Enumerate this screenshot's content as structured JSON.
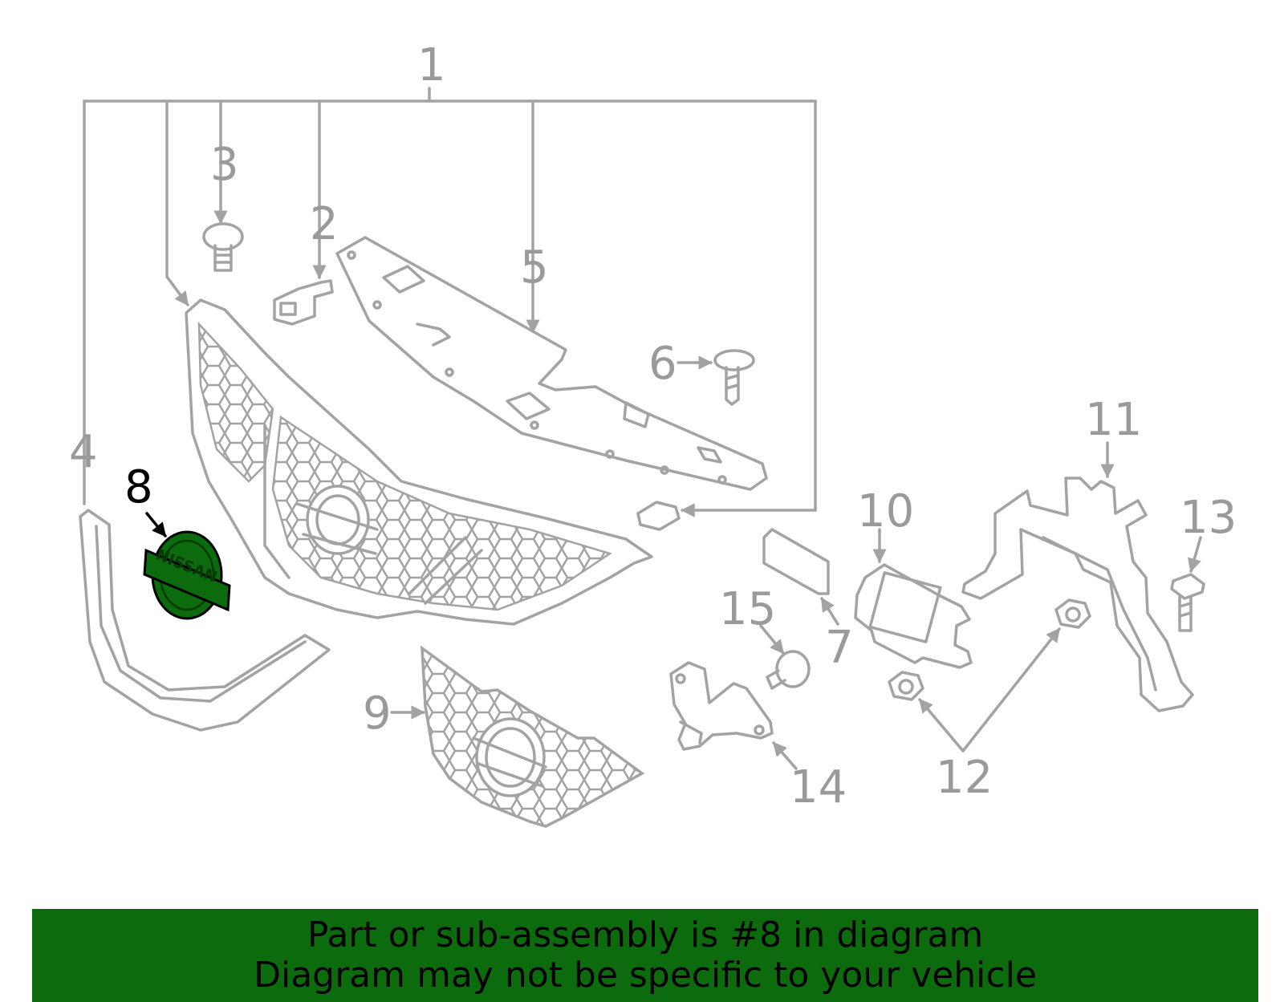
{
  "diagram": {
    "highlight_color": "#0c6b0c",
    "line_color": "#a3a3a3",
    "highlighted_part": "8",
    "emblem_text": "NISSAN",
    "callouts": [
      {
        "id": "c1",
        "label": "1"
      },
      {
        "id": "c2",
        "label": "2"
      },
      {
        "id": "c3",
        "label": "3"
      },
      {
        "id": "c4",
        "label": "4"
      },
      {
        "id": "c5",
        "label": "5"
      },
      {
        "id": "c6",
        "label": "6"
      },
      {
        "id": "c7",
        "label": "7"
      },
      {
        "id": "c8",
        "label": "8"
      },
      {
        "id": "c9",
        "label": "9"
      },
      {
        "id": "c10",
        "label": "10"
      },
      {
        "id": "c11",
        "label": "11"
      },
      {
        "id": "c12",
        "label": "12"
      },
      {
        "id": "c13",
        "label": "13"
      },
      {
        "id": "c14",
        "label": "14"
      },
      {
        "id": "c15",
        "label": "15"
      }
    ]
  },
  "banner": {
    "line1": "Part or sub-assembly is #8 in diagram",
    "line2": "Diagram may not be specific to your vehicle",
    "background": "#0c6b0c"
  }
}
